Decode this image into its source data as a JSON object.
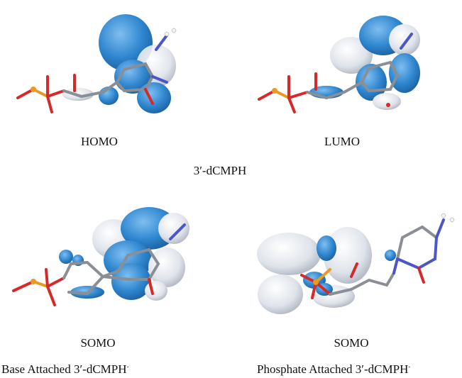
{
  "panels": [
    {
      "orbital": "HOMO"
    },
    {
      "orbital": "LUMO"
    },
    {
      "orbital": "SOMO"
    },
    {
      "orbital": "SOMO"
    }
  ],
  "captions": {
    "top_molecule": "3′-dCMPH",
    "bottom_left": "Base Attached 3′-dCMPH",
    "bottom_right": "Phosphate Attached 3′-dCMPH",
    "anion_sup": "-"
  },
  "colors": {
    "positive_lobe": "#2f86cf",
    "negative_lobe": "#dfe3ea",
    "carbon": "#8a8f96",
    "oxygen": "#d42a2a",
    "phosphorus": "#e89a22",
    "nitrogen": "#4b56c8",
    "hydrogen": "#f2f2f2"
  }
}
